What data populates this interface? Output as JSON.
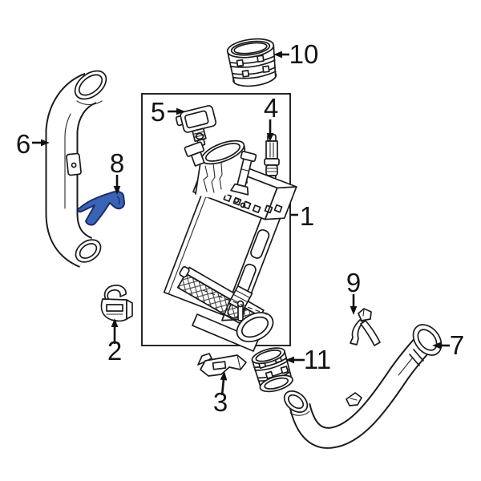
{
  "page": {
    "background": "#ffffff"
  },
  "diagram": {
    "type": "exploded-parts-diagram",
    "description": "intercooler and charge air pipe assembly line drawing",
    "highlighted_callout": "8",
    "colors": {
      "line": "#1c1c1c",
      "highlight_fill": "#3a63b5",
      "highlight_outline": "#1d2d6b"
    },
    "callouts": [
      {
        "number": "1"
      },
      {
        "number": "2"
      },
      {
        "number": "3"
      },
      {
        "number": "4"
      },
      {
        "number": "5"
      },
      {
        "number": "6"
      },
      {
        "number": "7"
      },
      {
        "number": "8"
      },
      {
        "number": "9"
      },
      {
        "number": "10"
      },
      {
        "number": "11"
      }
    ]
  }
}
